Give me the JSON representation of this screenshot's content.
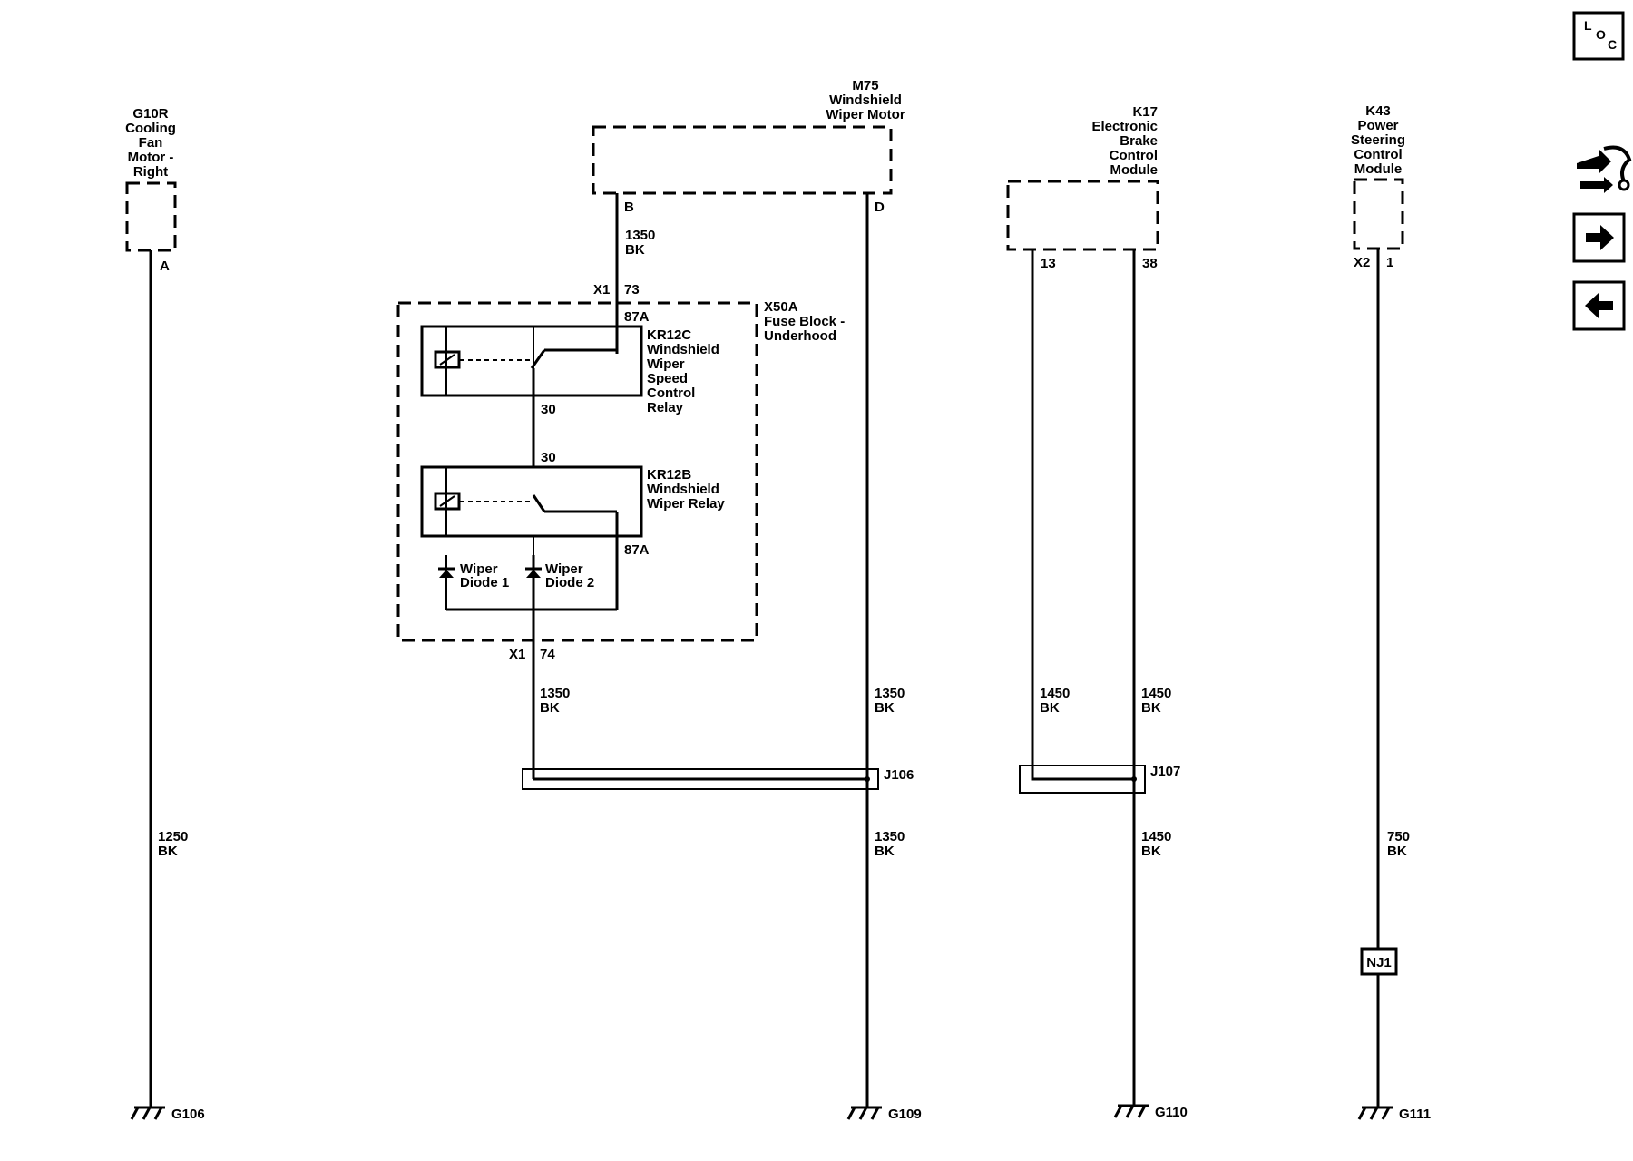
{
  "components": {
    "g10r": {
      "line1": "G10R",
      "line2": "Cooling",
      "line3": "Fan",
      "line4": "Motor -",
      "line5": "Right",
      "pin": "A"
    },
    "m75": {
      "line1": "M75",
      "line2": "Windshield",
      "line3": "Wiper Motor",
      "pin_b": "B",
      "pin_d": "D"
    },
    "k17": {
      "line1": "K17",
      "line2": "Electronic",
      "line3": "Brake",
      "line4": "Control",
      "line5": "Module",
      "pin_13": "13",
      "pin_38": "38"
    },
    "k43": {
      "line1": "K43",
      "line2": "Power",
      "line3": "Steering",
      "line4": "Control",
      "line5": "Module",
      "connector": "X2",
      "pin": "1"
    },
    "x50a": {
      "line1": "X50A",
      "line2": "Fuse Block -",
      "line3": "Underhood",
      "conn_top": "X1",
      "pin_top": "73",
      "conn_bot": "X1",
      "pin_bot": "74"
    },
    "kr12c": {
      "line1": "KR12C",
      "line2": "Windshield",
      "line3": "Wiper",
      "line4": "Speed",
      "line5": "Control",
      "line6": "Relay",
      "pin_87a": "87A",
      "pin_30": "30"
    },
    "kr12b": {
      "line1": "KR12B",
      "line2": "Windshield",
      "line3": "Wiper Relay",
      "pin_30": "30",
      "pin_87a": "87A"
    },
    "diode1": {
      "line1": "Wiper",
      "line2": "Diode 1"
    },
    "diode2": {
      "line1": "Wiper",
      "line2": "Diode 2"
    }
  },
  "wires": {
    "m75_b": {
      "gauge": "1350",
      "color": "BK"
    },
    "x50a_out": {
      "gauge": "1350",
      "color": "BK"
    },
    "m75_d_upper": {
      "gauge": "1350",
      "color": "BK"
    },
    "m75_d_lower": {
      "gauge": "1350",
      "color": "BK"
    },
    "g10r": {
      "gauge": "1250",
      "color": "BK"
    },
    "k17_13": {
      "gauge": "1450",
      "color": "BK"
    },
    "k17_38_upper": {
      "gauge": "1450",
      "color": "BK"
    },
    "k17_38_lower": {
      "gauge": "1450",
      "color": "BK"
    },
    "k43": {
      "gauge": "750",
      "color": "BK"
    }
  },
  "splices": {
    "j106": "J106",
    "j107": "J107",
    "nj1": "NJ1"
  },
  "grounds": {
    "g106": "G106",
    "g109": "G109",
    "g110": "G110",
    "g111": "G111"
  },
  "nav": {
    "loc": {
      "l": "L",
      "o": "O",
      "c": "C"
    },
    "icons": [
      "connector-wrench-icon",
      "arrow-right-icon",
      "arrow-left-icon"
    ]
  }
}
